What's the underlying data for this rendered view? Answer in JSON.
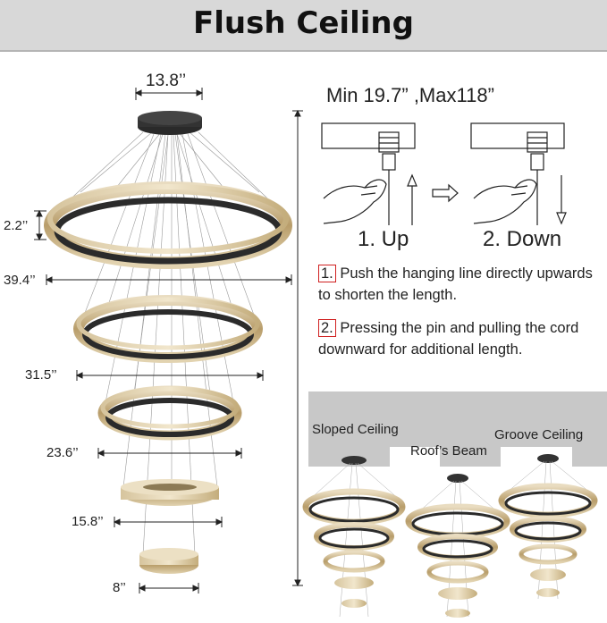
{
  "header": {
    "title": "Flush Ceiling"
  },
  "dimensions": {
    "canopy_width": "13.8’’",
    "ring_height": "2.2’’",
    "ring1_width": "39.4’’",
    "ring2_width": "31.5’’",
    "ring3_width": "23.6’’",
    "ring4_width": "15.8’’",
    "ring5_width": "8’’"
  },
  "adjust": {
    "range": "Min 19.7” ,Max118”",
    "step1_label": "1. Up",
    "step2_label": "2. Down"
  },
  "instructions": [
    {
      "num": "1.",
      "text": " Push the hanging line directly upwards to shorten the length."
    },
    {
      "num": "2.",
      "text": " Pressing the pin and pulling the cord downward for additional length."
    }
  ],
  "ceilings": {
    "sloped": "Sloped Ceiling",
    "beam": "Roof’s Beam",
    "groove": "Groove Ceiling"
  },
  "colors": {
    "header_bg": "#d8d8d8",
    "frame": "#2b2b2b",
    "crystal": "#c9b48a",
    "accent": "#d02020"
  }
}
